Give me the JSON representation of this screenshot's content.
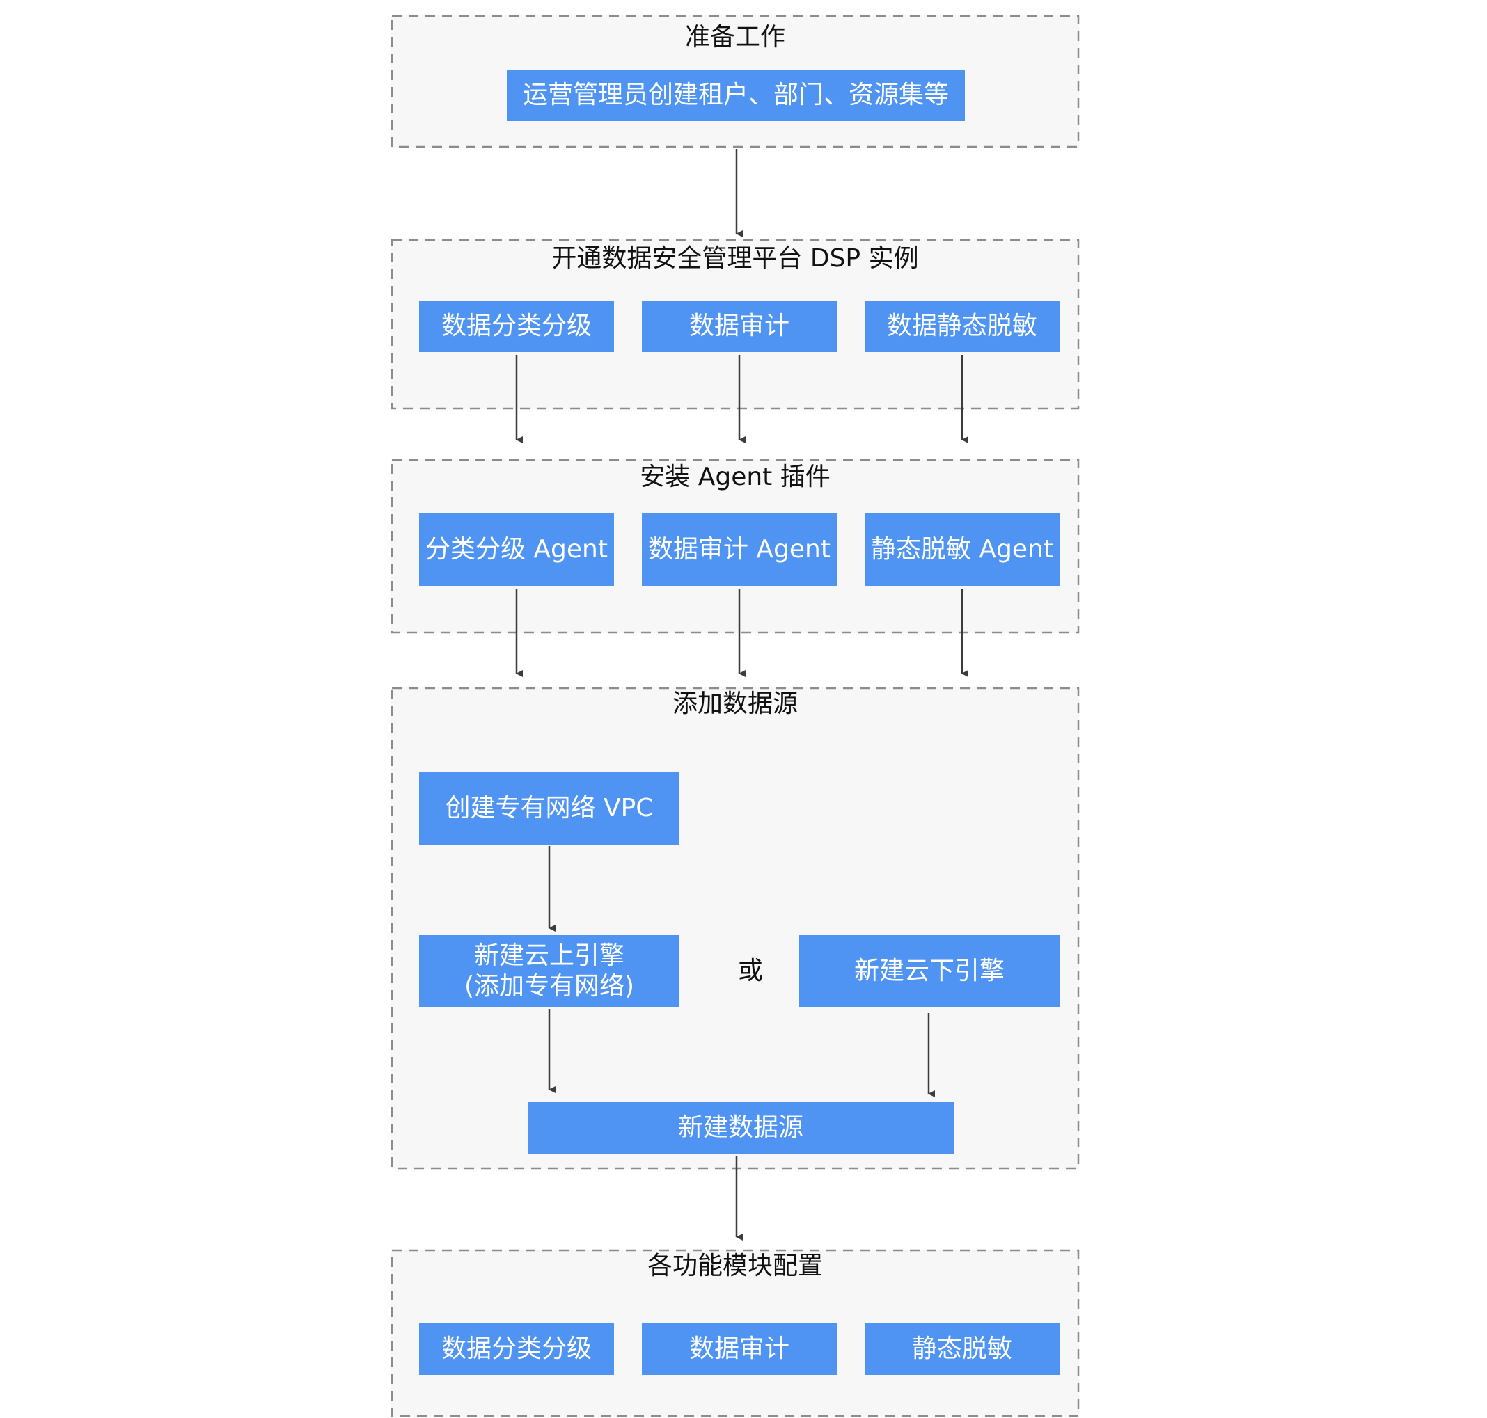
{
  "groups": {
    "prep": {
      "title": "准备工作",
      "items": [
        "运营管理员创建租户、部门、资源集等"
      ]
    },
    "enable": {
      "title": "开通数据安全管理平台 DSP 实例",
      "items": [
        "数据分类分级",
        "数据审计",
        "数据静态脱敏"
      ]
    },
    "agent": {
      "title": "安装 Agent 插件",
      "items": [
        "分类分级 Agent",
        "数据审计 Agent",
        "静态脱敏 Agent"
      ]
    },
    "datasource": {
      "title": "添加数据源",
      "create_vpc": "创建专有网络 VPC",
      "cloud_engine_line1": "新建云上引擎",
      "cloud_engine_line2": "(添加专有网络)",
      "or_label": "或",
      "offcloud_engine": "新建云下引擎",
      "new_datasource": "新建数据源"
    },
    "config": {
      "title": "各功能模块配置",
      "items": [
        "数据分类分级",
        "数据审计",
        "静态脱敏"
      ]
    }
  },
  "colors": {
    "box_fill": "#4f94f2",
    "box_text": "#ffffff",
    "group_fill": "#f7f7f7",
    "group_border": "#8c8c8c",
    "arrow": "#3c3c3c"
  }
}
